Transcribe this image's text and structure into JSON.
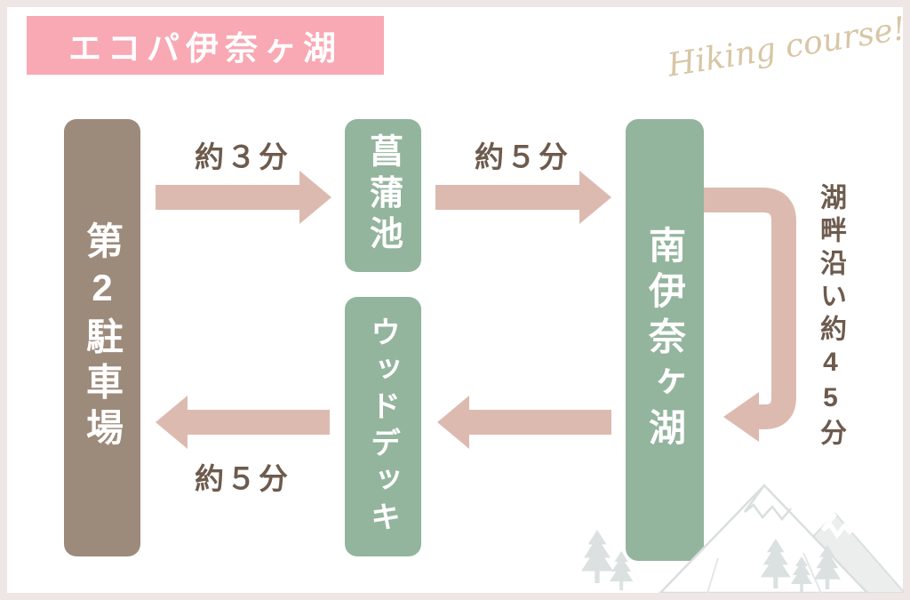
{
  "title": {
    "label": "エコパ伊奈ヶ湖"
  },
  "subtitle": {
    "label": "Hiking course!"
  },
  "diagram": {
    "nodes": {
      "parking": {
        "label": "第2駐車場",
        "color": "#9c8a7b"
      },
      "pond": {
        "label": "菖蒲池",
        "color": "#93b49d"
      },
      "lake": {
        "label": "南伊奈ヶ湖",
        "color": "#93b49d"
      },
      "deck": {
        "label": "ウッドデッキ",
        "color": "#93b49d"
      }
    },
    "edges": {
      "parking_to_pond": {
        "label": "約３分",
        "direction": "right"
      },
      "pond_to_lake": {
        "label": "約５分",
        "direction": "right"
      },
      "lake_shore_loop": {
        "label": "湖畔沿い約45分",
        "direction": "down"
      },
      "lake_to_deck": {
        "direction": "left"
      },
      "deck_to_parking": {
        "label": "約５分",
        "direction": "left"
      }
    },
    "colors": {
      "title_bg": "#f8a9b4",
      "node_brown": "#9c8a7b",
      "node_green": "#93b49d",
      "arrow": "#ddbab0",
      "label_text": "#6d5b4d",
      "script_text": "#d8c6a6",
      "border": "#efe6e6"
    }
  }
}
